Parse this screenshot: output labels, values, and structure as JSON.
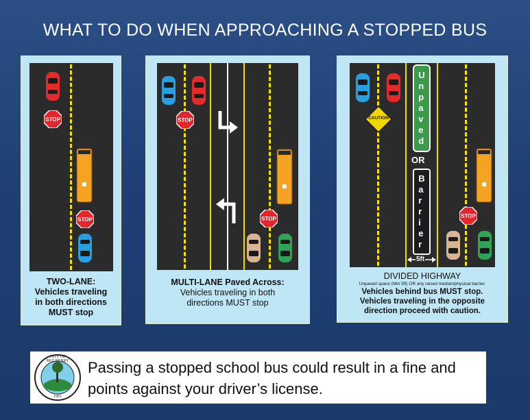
{
  "title": "WHAT TO DO WHEN APPROACHING A STOPPED BUS",
  "panels": {
    "two_lane": {
      "heading": "TWO-LANE:",
      "lines": [
        "Vehicles traveling",
        "in both directions",
        "MUST stop"
      ]
    },
    "multi_lane": {
      "heading": "MULTI-LANE Paved Across:",
      "lines": [
        "Vehicles traveling in both",
        "directions MUST stop"
      ]
    },
    "divided": {
      "heading": "DIVIDED HIGHWAY",
      "note": "Unpaved space (Min 5ft) OR any raised median/physical barrier.",
      "lines": [
        "Vehicles behind bus MUST stop.",
        "Vehicles traveling in the opposite",
        "direction proceed with caution."
      ],
      "median_top": "Unpaved",
      "median_or": "OR",
      "median_bottom": "Barrier",
      "width_label": "5ft"
    }
  },
  "signs": {
    "stop": "STOP",
    "caution": "CAUTION"
  },
  "notice": {
    "text": "Passing a stopped school bus could result in a fine and points against your driver’s license.",
    "seal_text": "CITY OF MULBERRY",
    "seal_year": "1901"
  },
  "colors": {
    "background": "#1f3f74",
    "panel": "#bfe6f5",
    "road": "#2b2b2b",
    "bus": "#f4a422",
    "red_car": "#e32b2b",
    "blue_car": "#2a9fe0",
    "green_car": "#2fa357",
    "tan_car": "#d8b592"
  }
}
